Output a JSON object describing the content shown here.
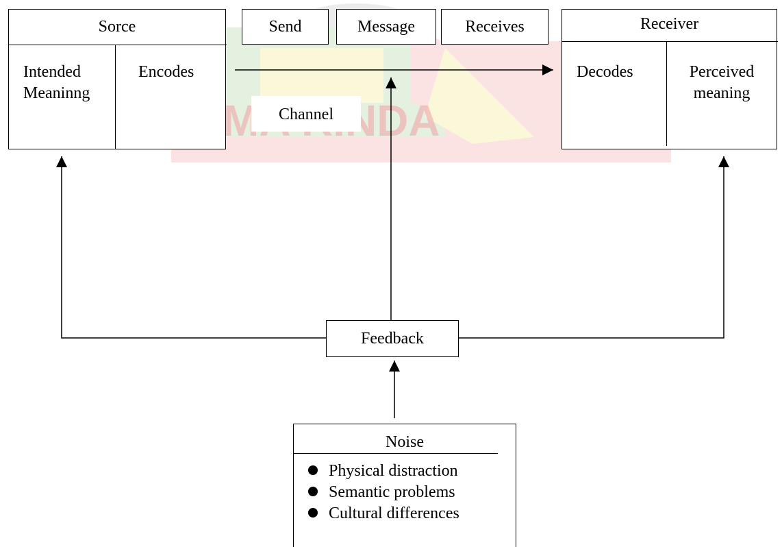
{
  "source": {
    "title": "Sorce",
    "left_cell": "Intended\nMeaninng",
    "right_cell": "Encodes"
  },
  "channel_labels": {
    "send": "Send",
    "message": "Message",
    "receives": "Receives",
    "channel": "Channel"
  },
  "receiver": {
    "title": "Receiver",
    "left_cell": "Decodes",
    "right_cell": "Perceived\nmeaning"
  },
  "feedback": {
    "label": "Feedback"
  },
  "noise": {
    "title": "Noise",
    "items": [
      "Physical distraction",
      "Semantic problems",
      "Cultural differences"
    ]
  },
  "colors": {
    "watermark_red": "#e8252b",
    "watermark_green": "#2e8b3a",
    "watermark_yellow": "#f2d31b"
  }
}
